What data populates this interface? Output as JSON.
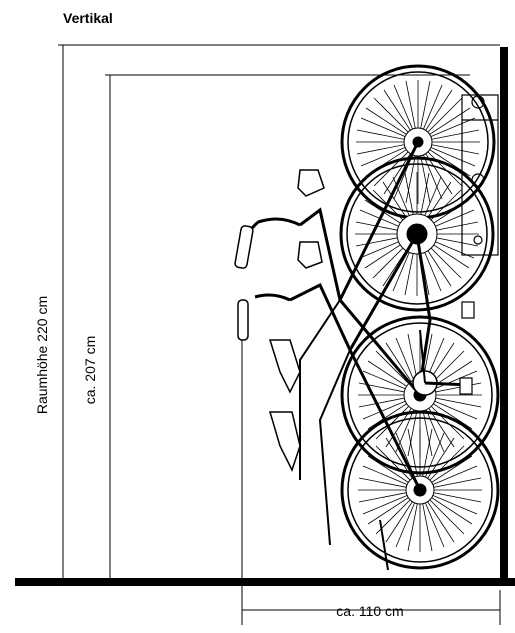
{
  "title": "Vertikal",
  "dimensions": {
    "room_height": "Raumhöhe 220 cm",
    "bike_height": "ca. 207 cm",
    "depth": "ca. 110 cm"
  }
}
